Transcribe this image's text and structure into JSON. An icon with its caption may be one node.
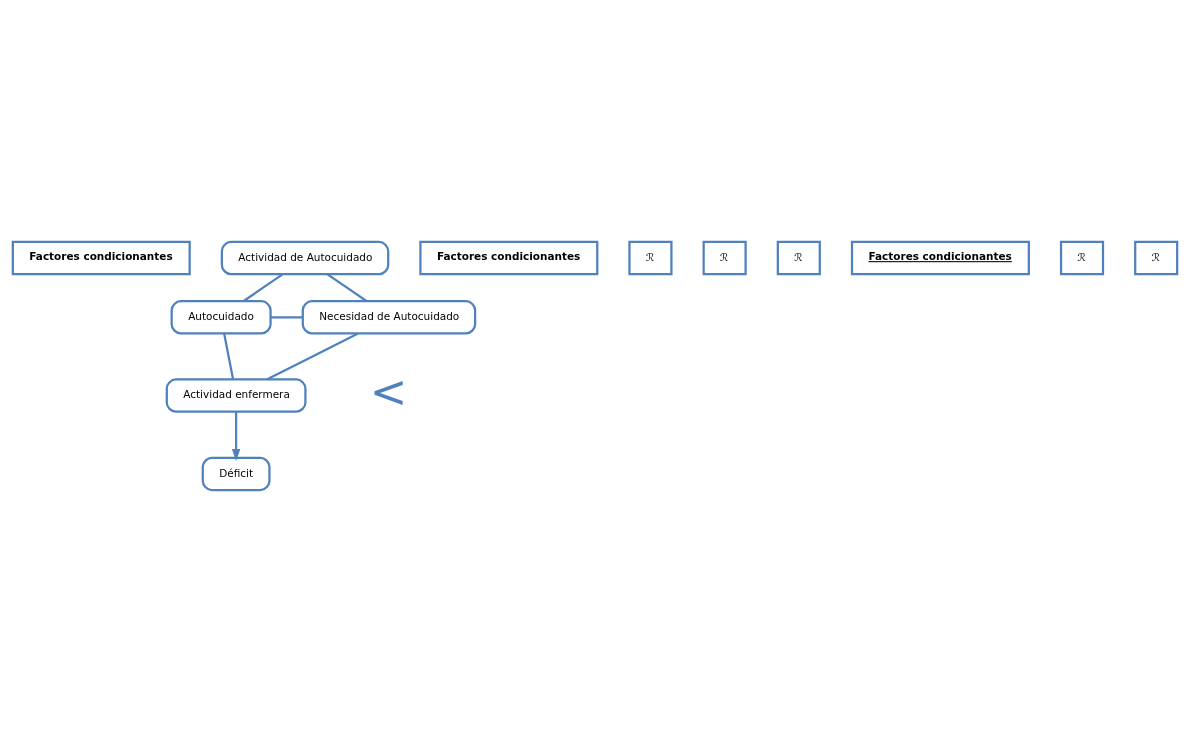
{
  "diagram": {
    "nodes": [
      {
        "text": [
          "Factores condicionantes"
        ]
      },
      {
        "text": [
          "Actividad de Autocuidado"
        ]
      },
      {
        "text": [
          "Factores condicionantes"
        ]
      },
      {
        "text": [
          "ℛ"
        ]
      },
      {
        "text": [
          "ℛ"
        ]
      },
      {
        "text": [
          "ℛ"
        ]
      },
      {
        "text": [
          "Autocuidado"
        ]
      },
      {
        "text": [
          "Necesidad de Autocuidado"
        ]
      },
      {
        "text": [
          "Déficit"
        ]
      },
      {
        "text": [
          "Factores condicionantes"
        ]
      },
      {
        "text": [
          "ℛ"
        ]
      },
      {
        "text": [
          "ℛ"
        ]
      },
      {
        "text": [
          "Actividad enfermera"
        ]
      }
    ],
    "edges": [
      {
        "from": 1,
        "to": 6,
        "arrow": "none"
      },
      {
        "from": 1,
        "to": 7,
        "arrow": "none"
      },
      {
        "from": 6,
        "to": 7,
        "arrow": "none"
      },
      {
        "from": 6,
        "to": 12,
        "arrow": "none"
      },
      {
        "from": 7,
        "to": 12,
        "arrow": "none"
      },
      {
        "from": 12,
        "to": 8,
        "arrow": "to"
      }
    ],
    "labels": [
      "<"
    ]
  }
}
